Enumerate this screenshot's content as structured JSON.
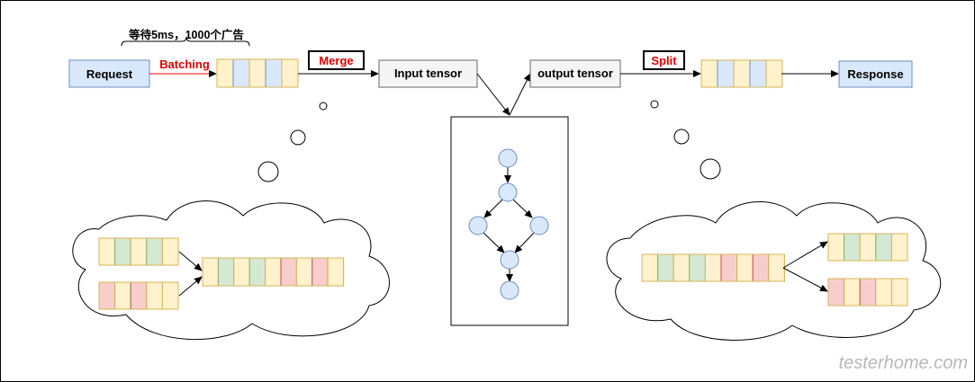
{
  "labels": {
    "request": "Request",
    "batching": "Batching",
    "wait_note": "等待5ms，1000个广告",
    "merge": "Merge",
    "input_tensor": "Input tensor",
    "output_tensor": "output tensor",
    "split": "Split",
    "response": "Response",
    "watermark": "testerhome.com"
  },
  "colors": {
    "box_fill": "#dae8fc",
    "box_stroke": "#6c8ebf",
    "tensor_fill": "#f5f5f5",
    "tensor_stroke": "#666666",
    "cell_yellow": "#fff2cc",
    "cell_blue": "#dae8fc",
    "cell_green": "#d5e8d4",
    "cell_red": "#f8cecc",
    "cell_border": "#d6b656",
    "highlight_text": "#e00000",
    "node_fill": "#dae8fc",
    "node_stroke": "#6c8ebf"
  },
  "cells": {
    "batch_row": [
      "yellow",
      "blue",
      "yellow",
      "blue",
      "yellow"
    ],
    "split_row": [
      "yellow",
      "blue",
      "yellow",
      "blue",
      "yellow"
    ],
    "left_top_row": [
      "yellow",
      "green",
      "yellow",
      "green",
      "yellow"
    ],
    "left_bottom_row": [
      "red",
      "yellow",
      "red",
      "yellow",
      "yellow"
    ],
    "merged_row": [
      "yellow",
      "green",
      "yellow",
      "green",
      "yellow",
      "red",
      "yellow",
      "red",
      "yellow"
    ],
    "right_merged_row": [
      "yellow",
      "green",
      "yellow",
      "green",
      "yellow",
      "red",
      "yellow",
      "red",
      "yellow"
    ],
    "right_top_row": [
      "yellow",
      "green",
      "yellow",
      "green",
      "yellow"
    ],
    "right_bottom_row": [
      "red",
      "yellow",
      "red",
      "yellow",
      "yellow"
    ]
  }
}
